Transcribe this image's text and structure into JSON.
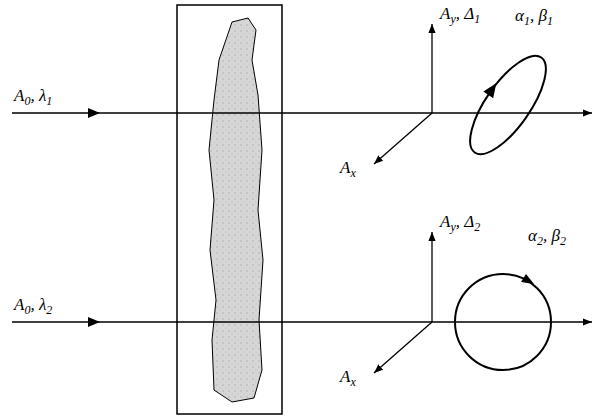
{
  "diagram": {
    "labels": [
      "A",
      "0",
      ", λ",
      "1",
      "A",
      "0",
      ", λ",
      "2",
      "A",
      "y",
      ", Δ",
      "1",
      "A",
      "x",
      "α",
      "1",
      ", β",
      "1",
      "A",
      "y",
      ", Δ",
      "2",
      "A",
      "x",
      "α",
      "2",
      ", β",
      "2"
    ]
  }
}
